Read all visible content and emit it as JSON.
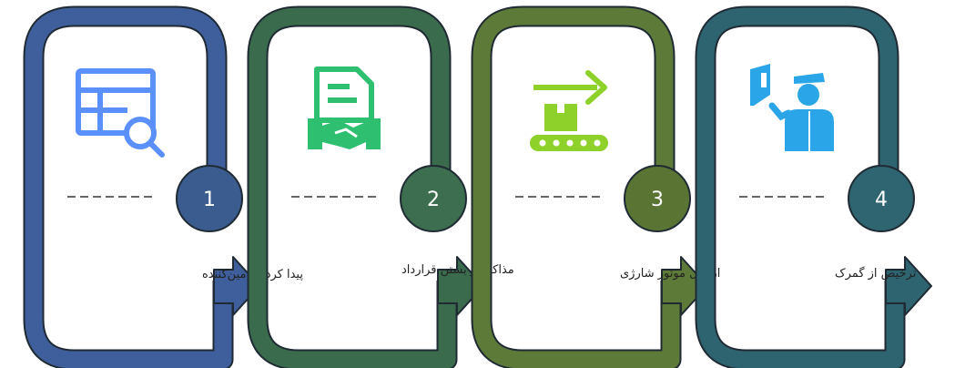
{
  "steps": [
    {
      "number": "1",
      "label": "پیدا کردن تامین‌کننده",
      "frame_color": "#3f5f9c",
      "badge_color": "#3a5c8f",
      "icon_color": "#5b8ff9",
      "icon": "table-search-icon"
    },
    {
      "number": "2",
      "label": "مذاکره و بستن قرارداد",
      "frame_color": "#3a6b4d",
      "badge_color": "#3d6e4f",
      "icon_color": "#2fbf71",
      "icon": "contract-handshake-icon"
    },
    {
      "number": "3",
      "label": "ارسال موتور شارژی",
      "frame_color": "#5d7a38",
      "badge_color": "#5a7434",
      "icon_color": "#8fd12b",
      "icon": "conveyor-shipping-icon"
    },
    {
      "number": "4",
      "label": "ترخیص از گمرک",
      "frame_color": "#2e6470",
      "badge_color": "#2f6471",
      "icon_color": "#2aa5e8",
      "icon": "customs-officer-icon"
    }
  ]
}
